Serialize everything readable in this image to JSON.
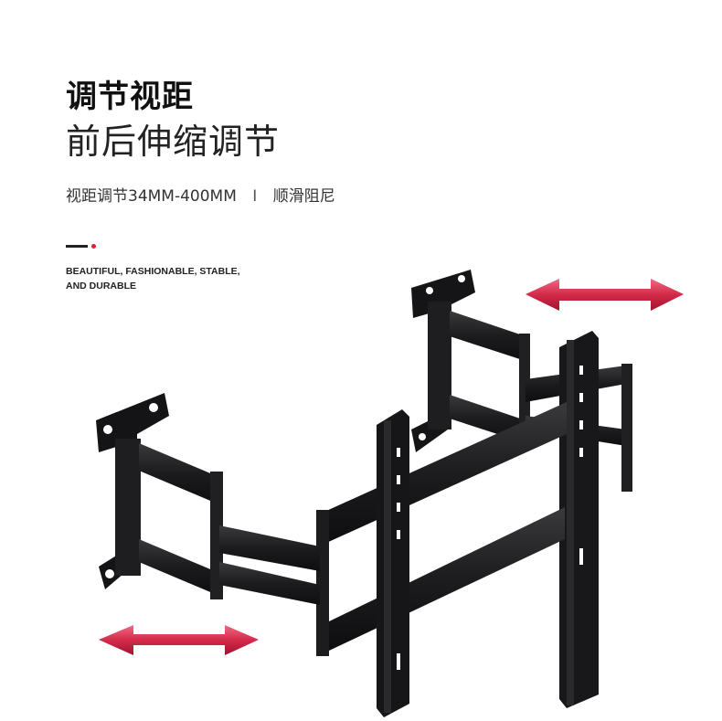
{
  "heading": {
    "title": "调节视距",
    "subtitle": "前后伸缩调节"
  },
  "spec": {
    "text": "视距调节34MM-400MM",
    "separator": "I",
    "extra": "顺滑阻尼"
  },
  "tagline": {
    "line1": "BEAUTIFUL, FASHIONABLE, STABLE,",
    "line2": "AND DURABLE"
  },
  "colors": {
    "accent": "#e0202a",
    "arrow": "#d42a4a",
    "metal": "#1c1c1e"
  },
  "icons": {
    "arrow_top": "double-arrow-icon",
    "arrow_bottom": "double-arrow-icon"
  }
}
